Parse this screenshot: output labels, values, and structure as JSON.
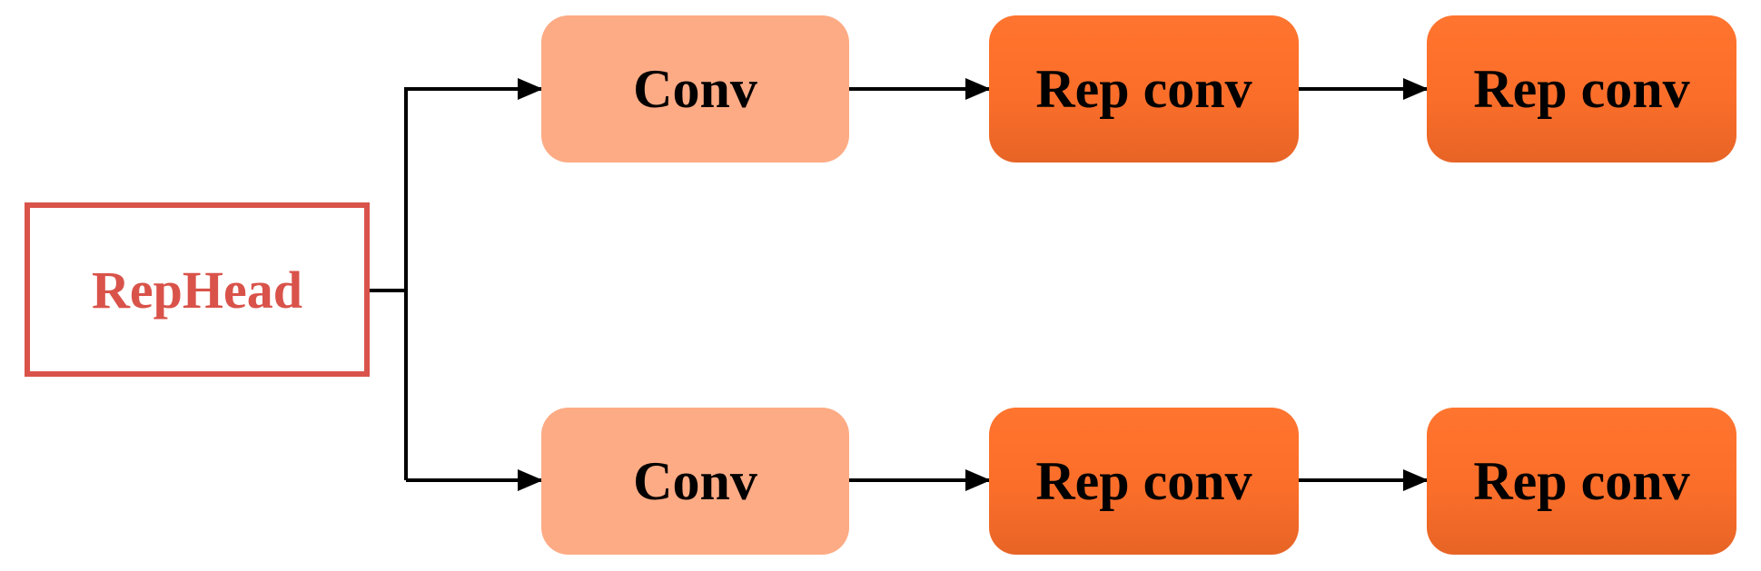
{
  "diagram": {
    "source": {
      "label": "RepHead"
    },
    "branches": [
      {
        "conv_label": "Conv",
        "rep_labels": [
          "Rep conv",
          "Rep conv"
        ]
      },
      {
        "conv_label": "Conv",
        "rep_labels": [
          "Rep conv",
          "Rep conv"
        ]
      }
    ]
  },
  "colors": {
    "rephead_border": "#d9534a",
    "rephead_text": "#d9534a",
    "conv_fill": "#fdab85",
    "rep_fill_top": "#ff742e",
    "rep_fill_bottom": "#e76426",
    "connector": "#000000",
    "text": "#000000"
  }
}
